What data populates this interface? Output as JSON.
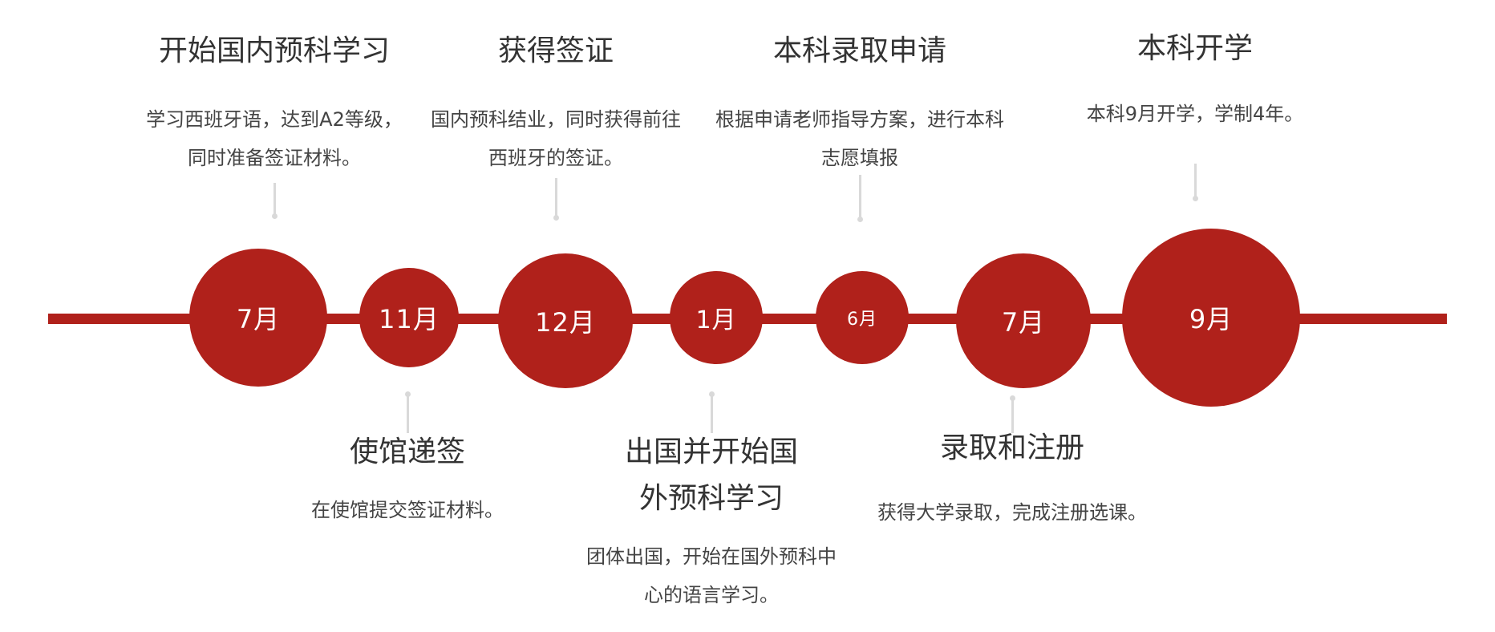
{
  "colors": {
    "accent": "#b0211b",
    "connector": "#d9d9d9",
    "title_text": "#333333",
    "desc_text": "#444444"
  },
  "milestones": [
    {
      "month": "7月",
      "title": "开始国内预科学习",
      "desc": "学习西班牙语，达到A2等级，同时准备签证材料。"
    },
    {
      "month": "11月",
      "title": "使馆递签",
      "desc": "在使馆提交签证材料。"
    },
    {
      "month": "12月",
      "title": "获得签证",
      "desc": "国内预科结业，同时获得前往西班牙的签证。"
    },
    {
      "month": "1月",
      "title": "出国并开始国外预科学习",
      "desc": "团体出国，开始在国外预科中心的语言学习。"
    },
    {
      "month": "6月",
      "title": "本科录取申请",
      "desc": "根据申请老师指导方案，进行本科志愿填报"
    },
    {
      "month": "7月",
      "title": "录取和注册",
      "desc": "获得大学录取，完成注册选课。"
    },
    {
      "month": "9月",
      "title": "本科开学",
      "desc": "本科9月开学，学制4年。"
    }
  ]
}
